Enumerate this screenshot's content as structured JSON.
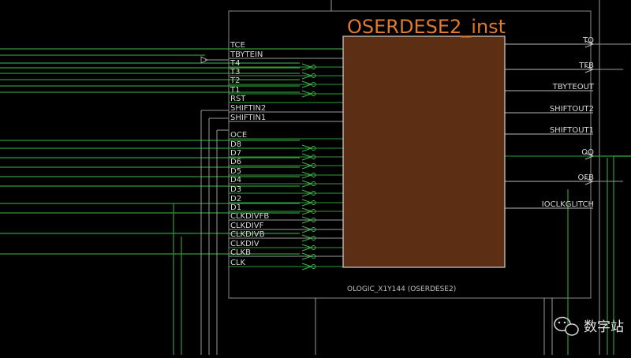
{
  "instance": {
    "name": "OSERDESE2_inst",
    "site_label": "OLOGIC_X1Y144 (OSERDESE2)"
  },
  "left_pins": [
    {
      "label": "TCE",
      "wire": "green",
      "inverted": false
    },
    {
      "label": "TBYTEIN",
      "wire": "white",
      "inverted": false
    },
    {
      "label": "T4",
      "wire": "green",
      "inverted": true
    },
    {
      "label": "T3",
      "wire": "green",
      "inverted": true
    },
    {
      "label": "T2",
      "wire": "green",
      "inverted": true
    },
    {
      "label": "T1",
      "wire": "green",
      "inverted": true
    },
    {
      "label": "RST",
      "wire": "green",
      "inverted": false
    },
    {
      "label": "SHIFTIN2",
      "wire": "white",
      "inverted": false
    },
    {
      "label": "SHIFTIN1",
      "wire": "white",
      "inverted": false
    },
    {
      "label": "OCE",
      "wire": "green",
      "inverted": false
    },
    {
      "label": "D8",
      "wire": "green",
      "inverted": true
    },
    {
      "label": "D7",
      "wire": "green",
      "inverted": true
    },
    {
      "label": "D6",
      "wire": "green",
      "inverted": true
    },
    {
      "label": "D5",
      "wire": "green",
      "inverted": true
    },
    {
      "label": "D4",
      "wire": "green",
      "inverted": true
    },
    {
      "label": "D3",
      "wire": "green",
      "inverted": true
    },
    {
      "label": "D2",
      "wire": "green",
      "inverted": true
    },
    {
      "label": "D1",
      "wire": "green",
      "inverted": true
    },
    {
      "label": "CLKDIVFB",
      "wire": "white",
      "inverted": true
    },
    {
      "label": "CLKDIVF",
      "wire": "white",
      "inverted": true
    },
    {
      "label": "CLKDIVB",
      "wire": "white",
      "inverted": true
    },
    {
      "label": "CLKDIV",
      "wire": "green",
      "inverted": true
    },
    {
      "label": "CLKB",
      "wire": "white",
      "inverted": true
    },
    {
      "label": "CLK",
      "wire": "green",
      "inverted": true
    }
  ],
  "right_pins": [
    {
      "label": "TQ",
      "wire": "white"
    },
    {
      "label": "TFB",
      "wire": "white"
    },
    {
      "label": "TBYTEOUT",
      "wire": "none"
    },
    {
      "label": "SHIFTOUT2",
      "wire": "none"
    },
    {
      "label": "SHIFTOUT1",
      "wire": "none"
    },
    {
      "label": "OQ",
      "wire": "green"
    },
    {
      "label": "OFB",
      "wire": "white"
    },
    {
      "label": "IOCLKGLITCH",
      "wire": "none"
    }
  ],
  "watermark": {
    "text": "数字站"
  },
  "colors": {
    "background": "#000000",
    "block_fill": "#5c2f14",
    "block_border": "#cfcfcf",
    "instance_name": "#e07a2a",
    "green_wire": "#2f9a3a",
    "white_wire": "#9a9a9a"
  }
}
